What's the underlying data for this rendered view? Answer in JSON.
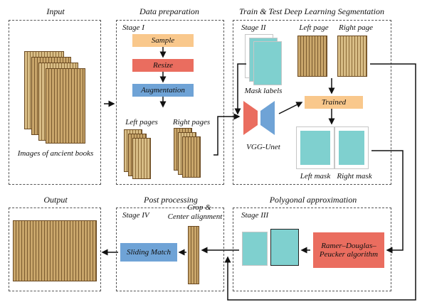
{
  "titles": {
    "input": "Input",
    "data_prep": "Data preparation",
    "train_test": "Train & Test Deep Learning Segmentation",
    "output": "Output",
    "post": "Post processing",
    "poly": "Polygonal approximation"
  },
  "stages": {
    "s1": "Stage I",
    "s2": "Stage II",
    "s3": "Stage III",
    "s4": "Stage IV"
  },
  "input": {
    "caption": "Images of ancient books"
  },
  "prep": {
    "sample": "Sample",
    "resize": "Resize",
    "augmentation": "Augmentation",
    "left_pages": "Left pages",
    "right_pages": "Right pages"
  },
  "train": {
    "mask_labels": "Mask labels",
    "model": "VGG-Unet",
    "left_page": "Left page",
    "right_page": "Right page",
    "trained": "Trained",
    "left_mask": "Left mask",
    "right_mask": "Right mask"
  },
  "poly": {
    "algorithm_line1": "Ramer–Douglas–",
    "algorithm_line2": "Peucker algorithm"
  },
  "post": {
    "crop_line1": "Crop &",
    "crop_line2": "Center alignment",
    "sliding": "Sliding Match"
  },
  "colors": {
    "sample": "#f9c88c",
    "resize": "#ea6d5f",
    "augmentation": "#6fa3d6",
    "trained": "#f9c88c",
    "algorithm": "#ea6d5f",
    "sliding": "#6fa3d6",
    "mask": "#7fd0cf",
    "unet_left": "#ea6d5f",
    "unet_right": "#6fa3d6"
  }
}
